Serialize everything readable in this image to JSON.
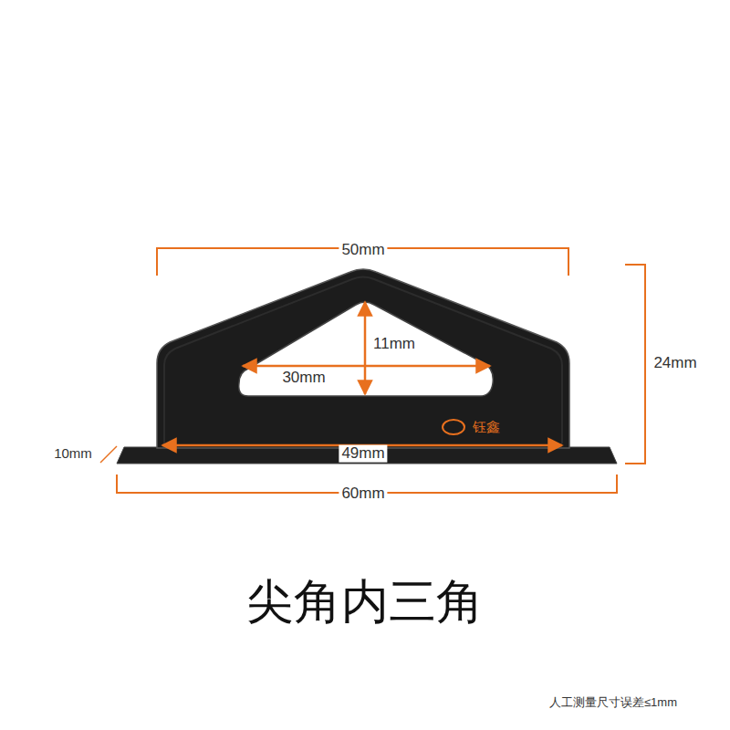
{
  "diagram": {
    "title": "尖角内三角",
    "labels": [
      "50mm",
      "11mm",
      "30mm",
      "24mm",
      "10mm",
      "49mm",
      "60mm",
      "钰鑫",
      "人工测量尺寸误差≤1mm"
    ]
  }
}
